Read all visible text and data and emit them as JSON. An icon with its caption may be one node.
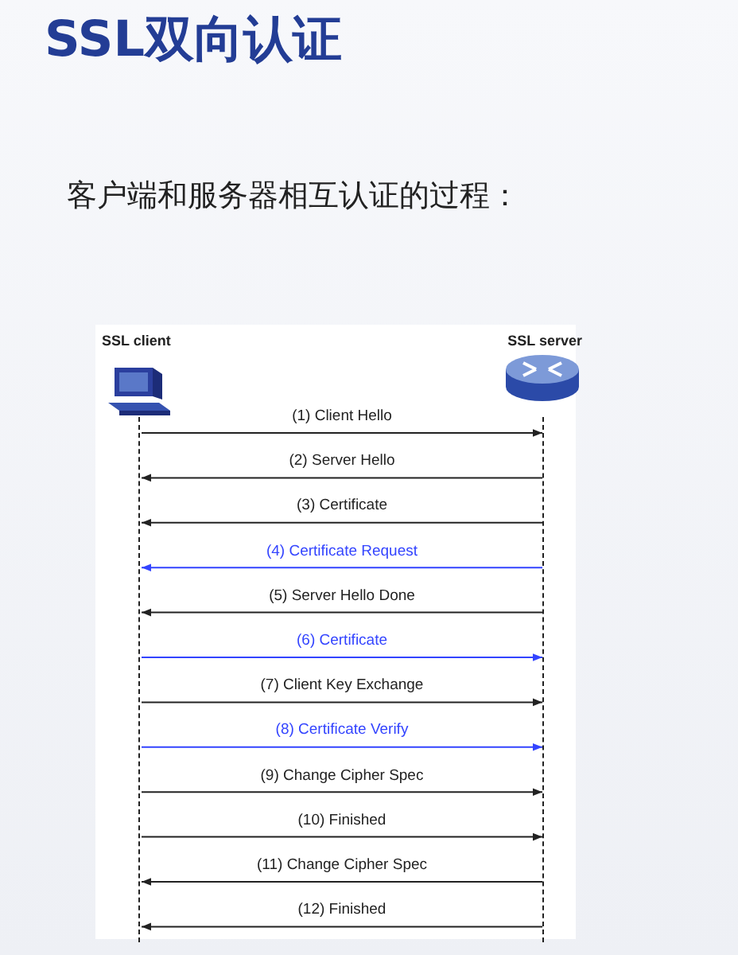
{
  "diagram": {
    "title": "SSL双向认证",
    "nodes": [
      {
        "text": [
          "SSL client"
        ]
      },
      {
        "text": [
          "SSL server"
        ]
      },
      {
        "text": [],
        "shape": "line"
      },
      {
        "text": [],
        "shape": "line"
      }
    ],
    "edges": [
      {
        "from": 2,
        "to": 3,
        "arrow": "to",
        "label": "(1) Client Hello"
      },
      {
        "from": 3,
        "to": 2,
        "arrow": "to",
        "label": "(2) Server Hello"
      },
      {
        "from": 3,
        "to": 2,
        "arrow": "to",
        "label": "(3) Certificate"
      },
      {
        "from": 3,
        "to": 2,
        "arrow": "to",
        "label": "(4) Certificate Request",
        "color": "#3344ff"
      },
      {
        "from": 3,
        "to": 2,
        "arrow": "to",
        "label": "(5) Server Hello Done"
      },
      {
        "from": 2,
        "to": 3,
        "arrow": "to",
        "label": "(6) Certificate",
        "color": "#3344ff"
      },
      {
        "from": 2,
        "to": 3,
        "arrow": "to",
        "label": "(7) Client Key Exchange"
      },
      {
        "from": 2,
        "to": 3,
        "arrow": "to",
        "label": "(8) Certificate Verify",
        "color": "#3344ff"
      },
      {
        "from": 2,
        "to": 3,
        "arrow": "to",
        "label": "(9) Change Cipher Spec"
      },
      {
        "from": 2,
        "to": 3,
        "arrow": "to",
        "label": "(10) Finished"
      },
      {
        "from": 3,
        "to": 2,
        "arrow": "to",
        "label": "(11) Change Cipher Spec"
      },
      {
        "from": 3,
        "to": 2,
        "arrow": "to",
        "label": "(12) Finished"
      }
    ],
    "labels": [
      "客户端和服务器相互认证的过程："
    ]
  }
}
